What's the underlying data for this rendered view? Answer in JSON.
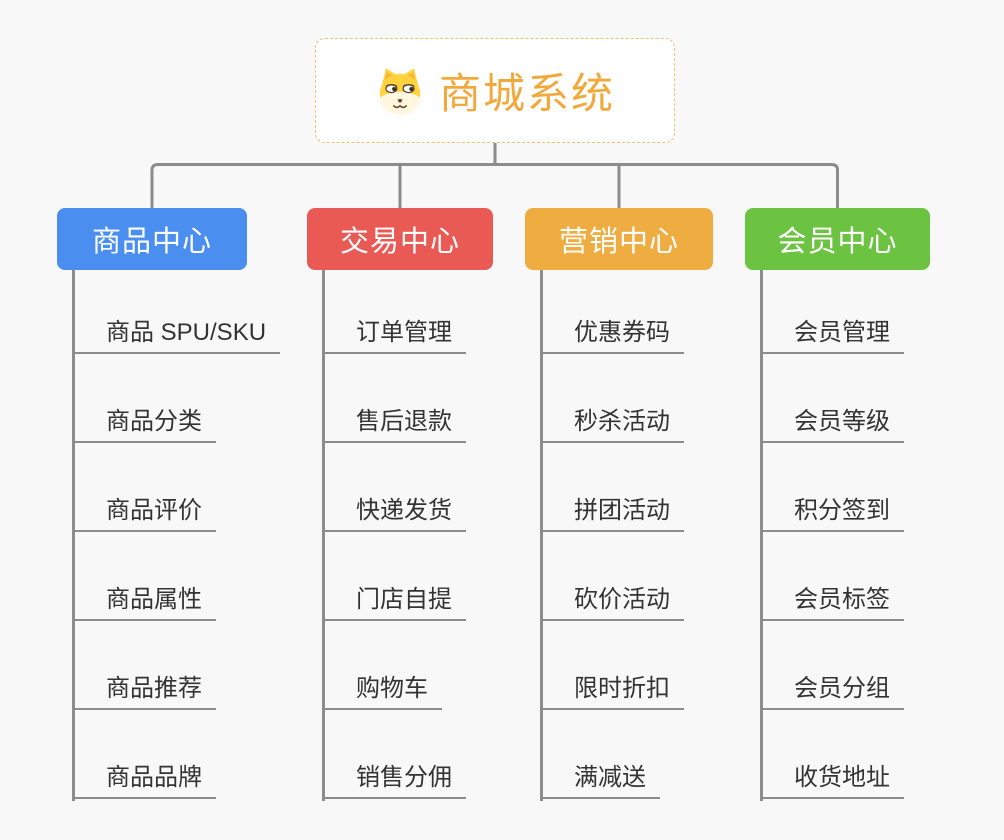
{
  "background": "#F8F8F8",
  "connector_color": "#8C8C8C",
  "root": {
    "title": "商城系统",
    "icon": "dog-face-icon",
    "accent_color": "#F2A93B",
    "border_color": "#F0BE6C"
  },
  "branches": [
    {
      "label": "商品中心",
      "color": "#4A8EF0",
      "items": [
        "商品 SPU/SKU",
        "商品分类",
        "商品评价",
        "商品属性",
        "商品推荐",
        "商品品牌"
      ]
    },
    {
      "label": "交易中心",
      "color": "#EA5A55",
      "items": [
        "订单管理",
        "售后退款",
        "快递发货",
        "门店自提",
        "购物车",
        "销售分佣"
      ]
    },
    {
      "label": "营销中心",
      "color": "#EFAC41",
      "items": [
        "优惠券码",
        "秒杀活动",
        "拼团活动",
        "砍价活动",
        "限时折扣",
        "满减送"
      ]
    },
    {
      "label": "会员中心",
      "color": "#6CC342",
      "items": [
        "会员管理",
        "会员等级",
        "积分签到",
        "会员标签",
        "会员分组",
        "收货地址"
      ]
    }
  ]
}
